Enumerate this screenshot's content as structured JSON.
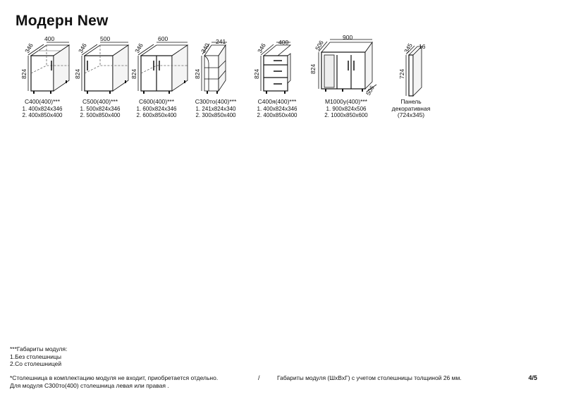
{
  "title": "Модерн New",
  "modules": [
    {
      "name": "С400(400)***",
      "line1": "1. 400х824х346",
      "line2": "2. 400х850х400",
      "dims": {
        "width": "400",
        "depth": "346",
        "height": "824"
      }
    },
    {
      "name": "С500(400)***",
      "line1": "1. 500х824х346",
      "line2": "2. 500х850х400",
      "dims": {
        "width": "500",
        "depth": "346",
        "height": "824"
      }
    },
    {
      "name": "С600(400)***",
      "line1": "1. 600х824х346",
      "line2": "2. 600х850х400",
      "dims": {
        "width": "600",
        "depth": "346",
        "height": "824"
      }
    },
    {
      "name": "С300то(400)***",
      "line1": "1. 241х824х340",
      "line2": "2. 300х850х400",
      "dims": {
        "width": "241",
        "depth": "340",
        "height": "824"
      }
    },
    {
      "name": "С400я(400)***",
      "line1": "1. 400х824х346",
      "line2": "2. 400х850х400",
      "dims": {
        "width": "400",
        "depth": "346",
        "height": "824"
      }
    },
    {
      "name": "М1000у(400)***",
      "line1": "1. 900х824х506",
      "line2": "2. 1000х850х600",
      "dims": {
        "width": "900",
        "depth": "506",
        "height": "824",
        "depth2": "506"
      }
    },
    {
      "name": "Панель",
      "line1": "декоративная",
      "line2": "(724х345)",
      "dims": {
        "width": "16",
        "depth": "345",
        "height": "724"
      }
    }
  ],
  "notes": {
    "header": "***Габариты модуля:",
    "item1": "1.Без столешницы",
    "item2": "2.Со столешницей",
    "countertop": "*Столешница в комплектацию модуля не входит, приобретается отдельно.",
    "separator": "/",
    "dimensions": "Габариты модуля (ШхВхГ) с учетом столешницы толщиной 26 мм.",
    "c300": "Для модуля С300то(400) столешница левая или правая ."
  },
  "page": "4/5"
}
